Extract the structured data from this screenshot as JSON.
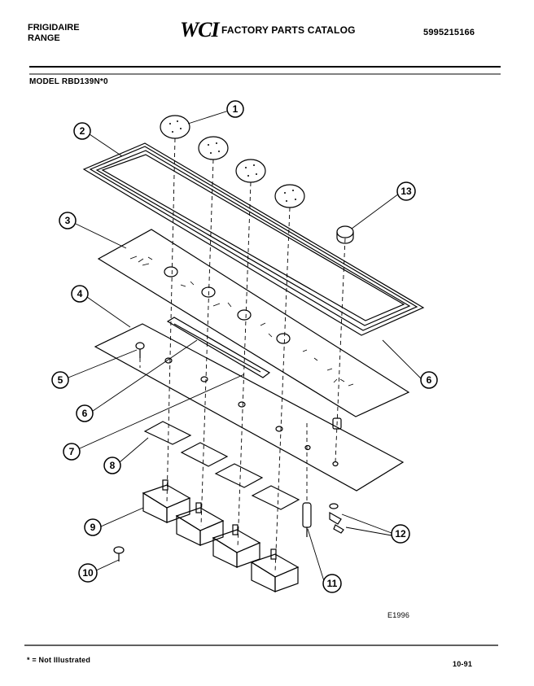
{
  "header": {
    "brand_line1": "FRIGIDAIRE",
    "brand_line2": "RANGE",
    "logo": "WCI",
    "catalog_title": "FACTORY PARTS CATALOG",
    "part_number": "5995215166",
    "model": "MODEL RBD139N*0"
  },
  "callouts": [
    "1",
    "2",
    "3",
    "4",
    "5",
    "6",
    "6",
    "7",
    "8",
    "9",
    "10",
    "11",
    "12",
    "13"
  ],
  "figure_code": "E1996",
  "footer": {
    "note": "* = Not Illustrated",
    "date": "10-91"
  }
}
